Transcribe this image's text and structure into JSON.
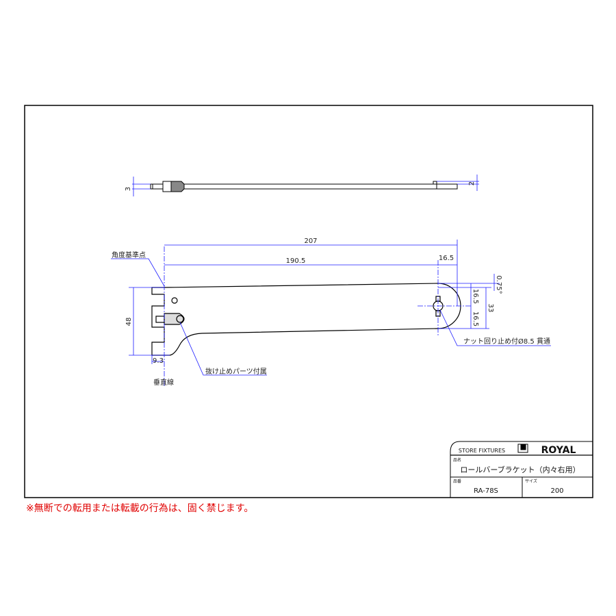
{
  "drawing": {
    "side_view": {
      "dim_left": "3",
      "dim_right": "2"
    },
    "dims": {
      "overall_length": "207",
      "length_to_hole": "190.5",
      "hole_to_end": "16.5",
      "height": "48",
      "hook_offset": "9.3",
      "upper_half": "16.5",
      "lower_half": "16.5",
      "end_height": "33",
      "angle": "0.75°"
    },
    "notes": {
      "angle_reference": "角度基準点",
      "vertical_line": "垂直線",
      "retainer_part": "抜け止めパーツ付属",
      "nut_hole": "ナット回り止め付Ø8.5 貫通"
    }
  },
  "title_block": {
    "company_label": "STORE FIXTURES",
    "brand": "ROYAL",
    "name_label": "品名",
    "name_value": "ロールバーブラケット（内々右用）",
    "part_label": "品番",
    "part_value": "RA-78S",
    "size_label": "サイズ",
    "size_value": "200"
  },
  "notice": "※無断での転用または転載の行為は、固く禁じます。",
  "colors": {
    "dimension": "#1a1aff",
    "outline": "#000000",
    "notice": "#e00000"
  }
}
